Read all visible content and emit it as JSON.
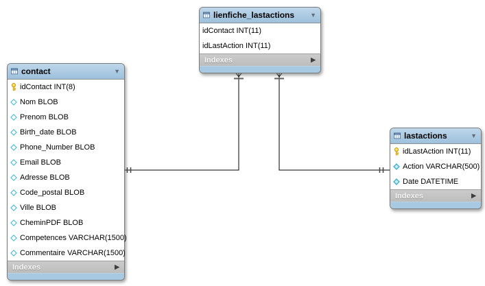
{
  "diagram": {
    "kind": "EER database diagram",
    "background_color": "#ffffff",
    "colors": {
      "table_header_blue_top": "#bed6ea",
      "table_header_blue_bottom": "#9dc1dc",
      "table_footer_blue": "#a7c9e2",
      "indexes_bar_gray": "#c4c4c4",
      "table_border_gray": "#7a7a7a",
      "relationship_line": "#000000",
      "cardinality_tick_gray": "#5e5e5e",
      "primary_key_yellow": "#fbd83f",
      "column_diamond_cyan": "#8ed9ea"
    }
  },
  "tables": [
    {
      "name": "contact",
      "indexes_label": "Indexes",
      "columns": [
        {
          "icon": "key",
          "label": "idContact INT(8)"
        },
        {
          "icon": "diamond-outline",
          "label": "Nom BLOB"
        },
        {
          "icon": "diamond-outline",
          "label": "Prenom BLOB"
        },
        {
          "icon": "diamond-outline",
          "label": "Birth_date BLOB"
        },
        {
          "icon": "diamond-outline",
          "label": "Phone_Number BLOB"
        },
        {
          "icon": "diamond-outline",
          "label": "Email BLOB"
        },
        {
          "icon": "diamond-outline",
          "label": "Adresse BLOB"
        },
        {
          "icon": "diamond-outline",
          "label": "Code_postal BLOB"
        },
        {
          "icon": "diamond-outline",
          "label": "Ville BLOB"
        },
        {
          "icon": "diamond-outline",
          "label": "CheminPDF BLOB"
        },
        {
          "icon": "diamond-outline",
          "label": "Competences VARCHAR(1500)"
        },
        {
          "icon": "diamond-outline",
          "label": "Commentaire VARCHAR(1500)"
        }
      ]
    },
    {
      "name": "lienfiche_lastactions",
      "indexes_label": "Indexes",
      "columns": [
        {
          "icon": "none",
          "label": "idContact INT(11)"
        },
        {
          "icon": "none",
          "label": "idLastAction INT(11)"
        }
      ]
    },
    {
      "name": "lastactions",
      "indexes_label": "Indexes",
      "columns": [
        {
          "icon": "key",
          "label": "idLastAction INT(11)"
        },
        {
          "icon": "diamond-filled",
          "label": "Action VARCHAR(500)"
        },
        {
          "icon": "diamond-filled",
          "label": "Date DATETIME"
        }
      ]
    }
  ],
  "relationships": [
    {
      "from_table": "contact",
      "to_table": "lienfiche_lastactions",
      "from_cardinality": "exactly-one (double tick)",
      "to_cardinality": "many (crow's foot)"
    },
    {
      "from_table": "lastactions",
      "to_table": "lienfiche_lastactions",
      "from_cardinality": "exactly-one (double tick)",
      "to_cardinality": "many (crow's foot)"
    }
  ]
}
